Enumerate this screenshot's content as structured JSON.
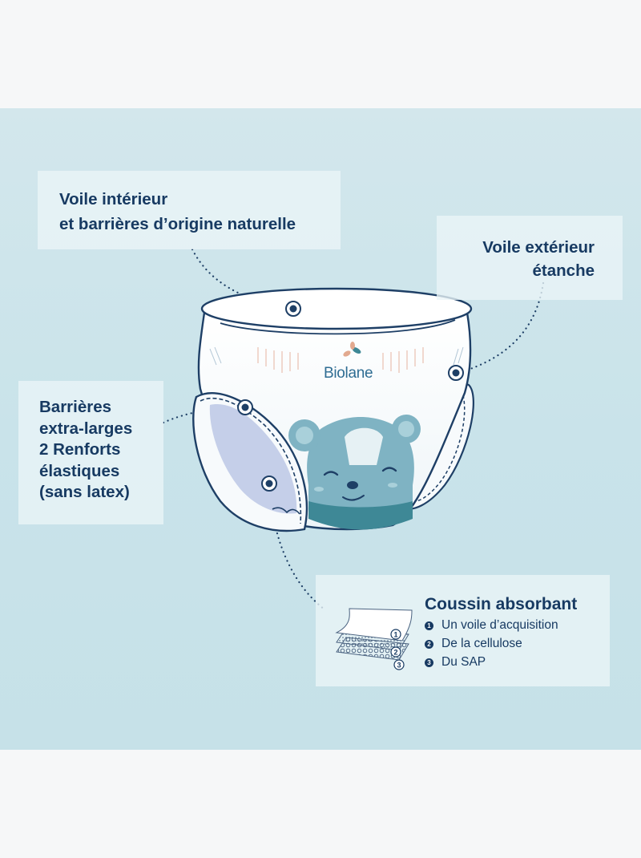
{
  "labels": {
    "inner_veil": {
      "line1": "Voile intérieur",
      "line2": "et barrières d’origine naturelle"
    },
    "outer_veil": {
      "line1": "Voile extérieur",
      "line2": "étanche"
    },
    "barriers": {
      "line1": "Barrières",
      "line2": "extra-larges",
      "line3": "2 Renforts",
      "line4": "élastiques",
      "line5": "(sans latex)"
    },
    "absorbent_pad": {
      "title": "Coussin absorbant",
      "items": [
        {
          "num": "1",
          "text": "Un voile d’acquisition"
        },
        {
          "num": "2",
          "text": "De la cellulose"
        },
        {
          "num": "3",
          "text": "Du SAP"
        }
      ]
    }
  },
  "diaper": {
    "brand": "Biolane"
  },
  "colors": {
    "background": "#c9e3ea",
    "label_text": "#173a62",
    "outline": "#1e3f66",
    "bear": "#7fb3c3",
    "bear_dark": "#3e8896",
    "inner_barrier": "#c5cfe9"
  }
}
